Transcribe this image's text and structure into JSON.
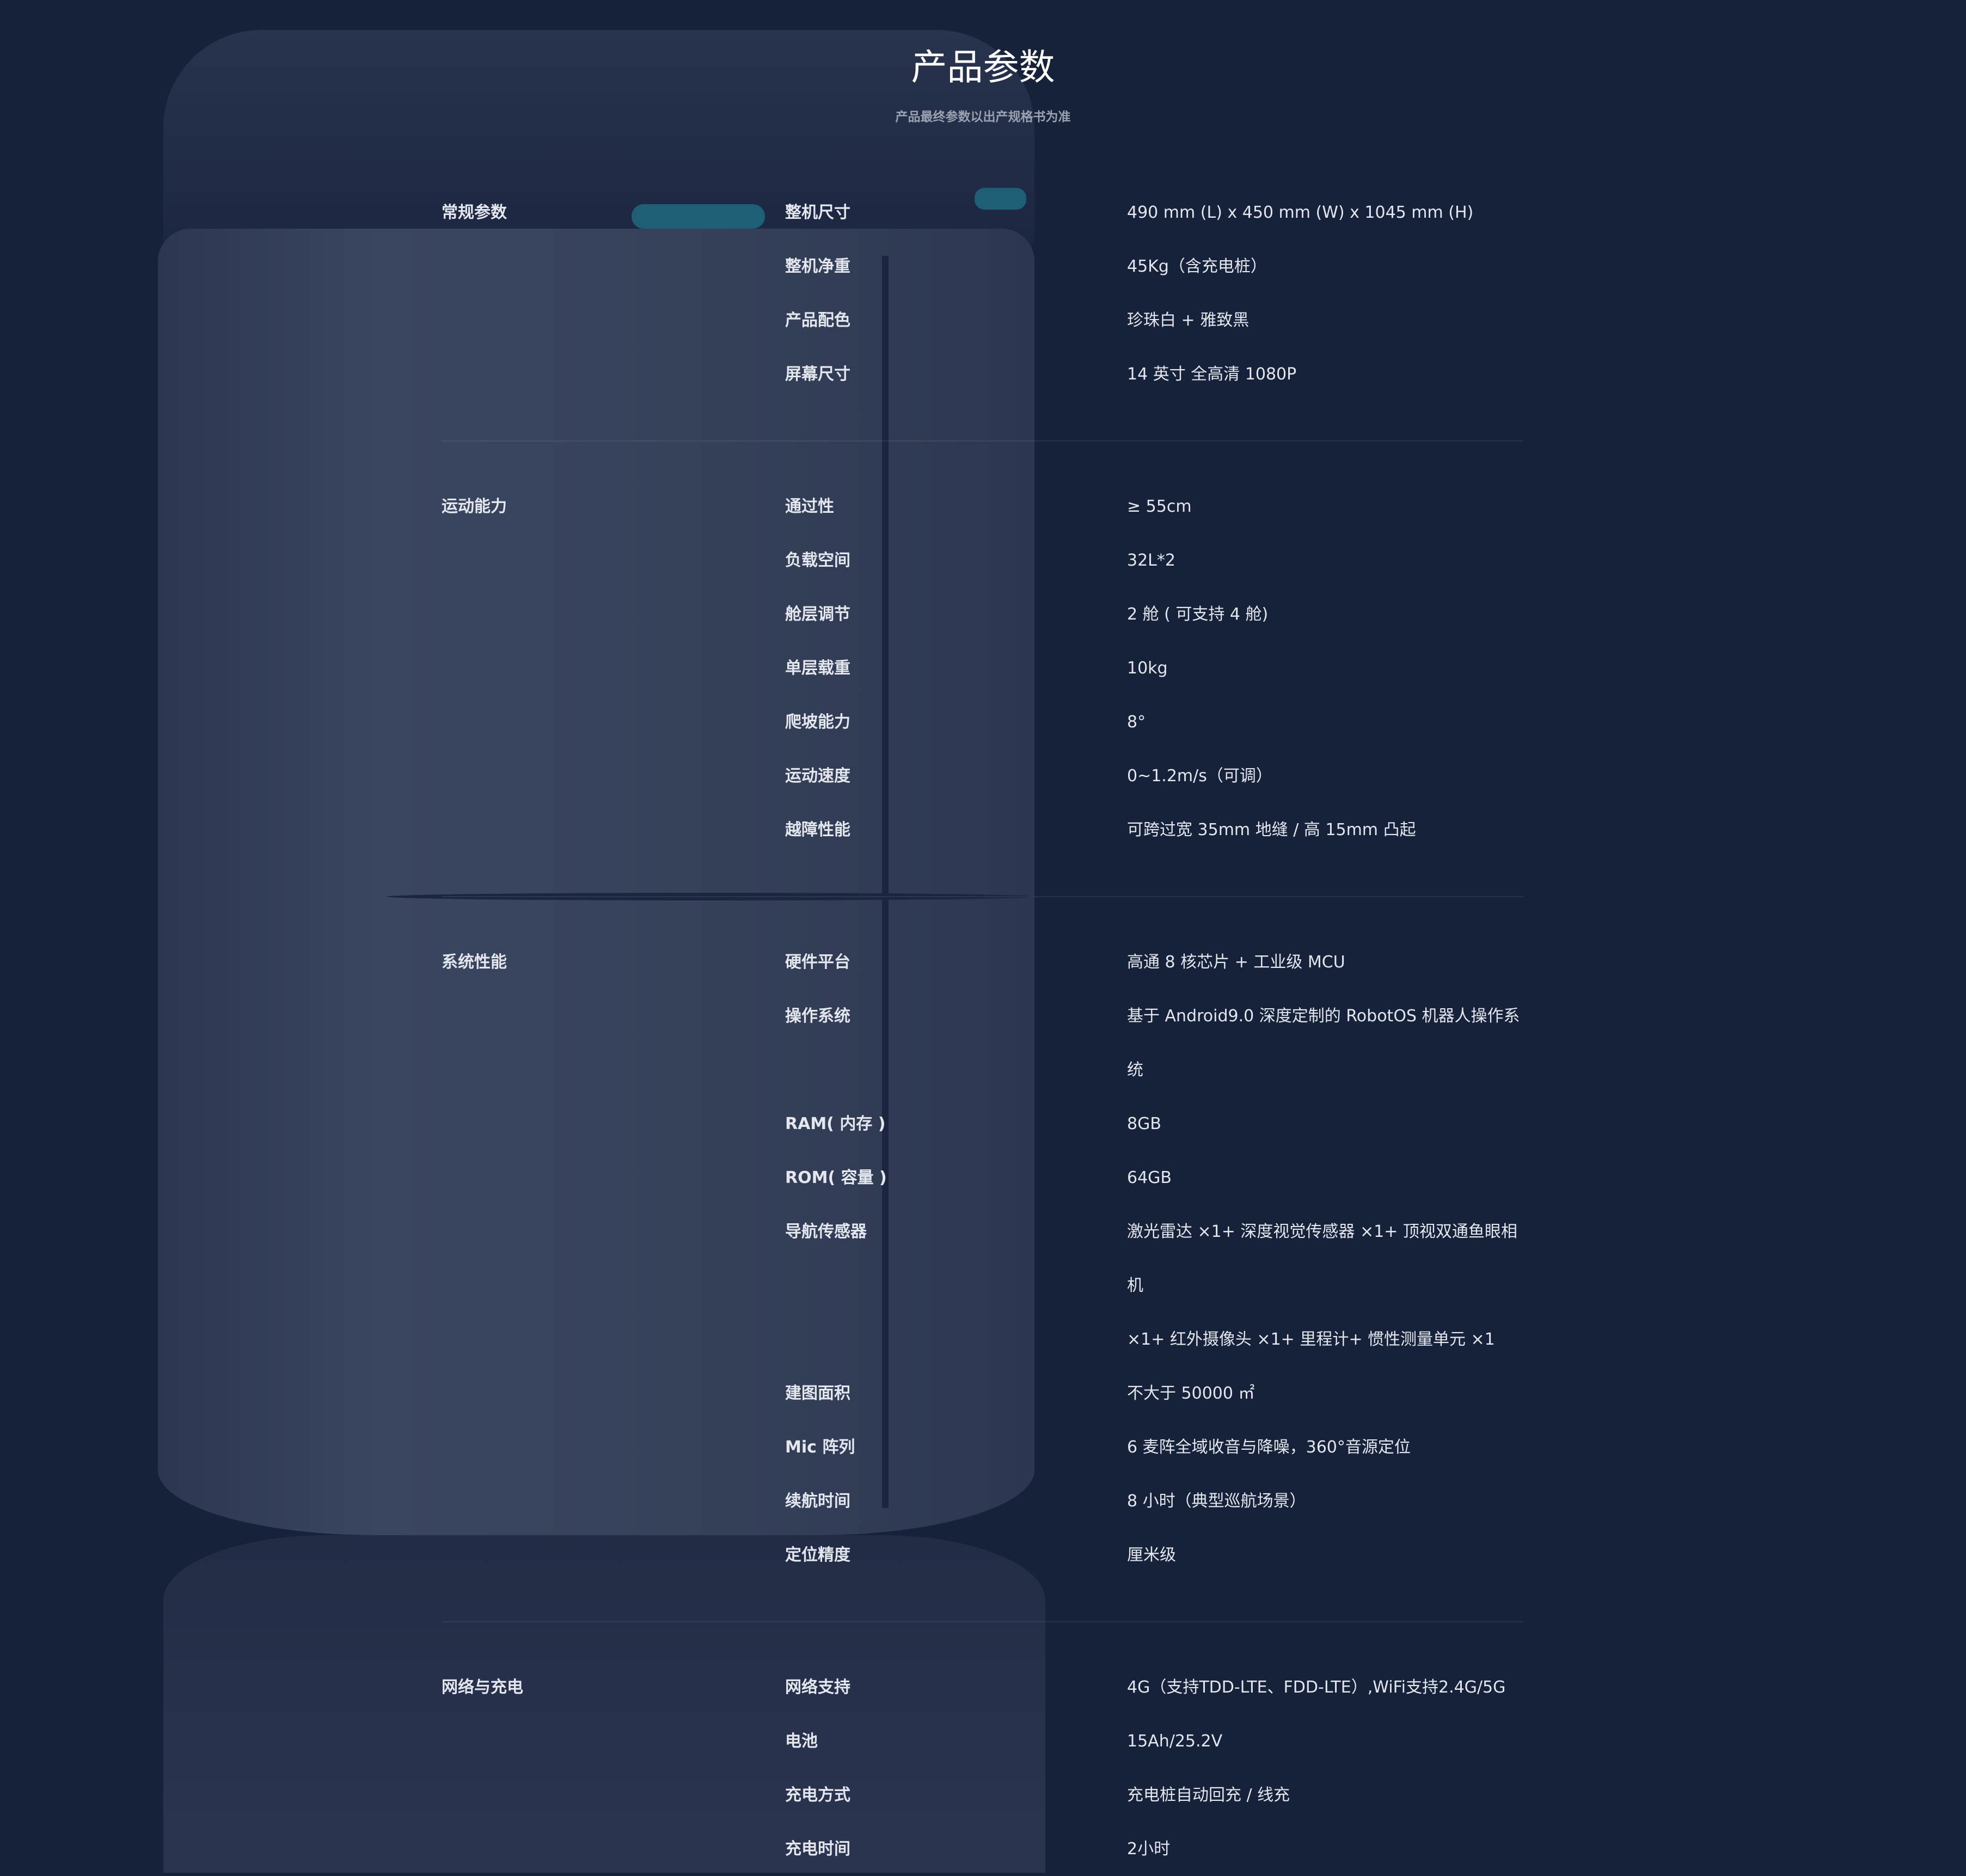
{
  "header": {
    "title": "产品参数",
    "subtitle": "产品最终参数以出产规格书为准"
  },
  "sections": [
    {
      "category": "常规参数",
      "rows": [
        {
          "name": "整机尺寸",
          "value": "490 mm (L) x 450 mm (W) x 1045 mm (H)"
        },
        {
          "name": "整机净重",
          "value": "45Kg（含充电桩）"
        },
        {
          "name": "产品配色",
          "value": "珍珠白 + 雅致黑"
        },
        {
          "name": "屏幕尺寸",
          "value": "14 英寸 全高清 1080P"
        }
      ]
    },
    {
      "category": "运动能力",
      "rows": [
        {
          "name": "通过性",
          "value": "≥ 55cm"
        },
        {
          "name": "负载空间",
          "value": "32L*2"
        },
        {
          "name": "舱层调节",
          "value": "2 舱 ( 可支持 4 舱)"
        },
        {
          "name": "单层载重",
          "value": "10kg"
        },
        {
          "name": "爬坡能力",
          "value": "8°"
        },
        {
          "name": "运动速度",
          "value": "0~1.2m/s（可调）"
        },
        {
          "name": "越障性能",
          "value": "可跨过宽 35mm 地缝 / 高 15mm 凸起"
        }
      ]
    },
    {
      "category": "系统性能",
      "rows": [
        {
          "name": "硬件平台",
          "value": "高通 8 核芯片 + 工业级 MCU"
        },
        {
          "name": "操作系统",
          "value": "基于 Android9.0 深度定制的 RobotOS 机器人操作系",
          "value2": "统"
        },
        {
          "name": "RAM( 内存 )",
          "value": "8GB"
        },
        {
          "name": "ROM( 容量 )",
          "value": "64GB"
        },
        {
          "name": "导航传感器",
          "value": "激光雷达 ×1+ 深度视觉传感器 ×1+ 顶视双通鱼眼相机",
          "value2": "×1+ 红外摄像头 ×1+ 里程计+ 惯性测量单元 ×1"
        },
        {
          "name": "建图面积",
          "value": "不大于 50000 ㎡"
        },
        {
          "name": "Mic 阵列",
          "value": "6 麦阵全域收音与降噪，360°音源定位"
        },
        {
          "name": "续航时间",
          "value": "8 小时（典型巡航场景）"
        },
        {
          "name": "定位精度",
          "value": "厘米级"
        }
      ]
    },
    {
      "category": "网络与充电",
      "rows": [
        {
          "name": "网络支持",
          "value": "4G（支持TDD-LTE、FDD-LTE）,WiFi支持2.4G/5G"
        },
        {
          "name": "电池",
          "value": "15Ah/25.2V"
        },
        {
          "name": "充电方式",
          "value": "充电桩自动回充 / 线充"
        },
        {
          "name": "充电时间",
          "value": "2小时"
        }
      ]
    }
  ]
}
